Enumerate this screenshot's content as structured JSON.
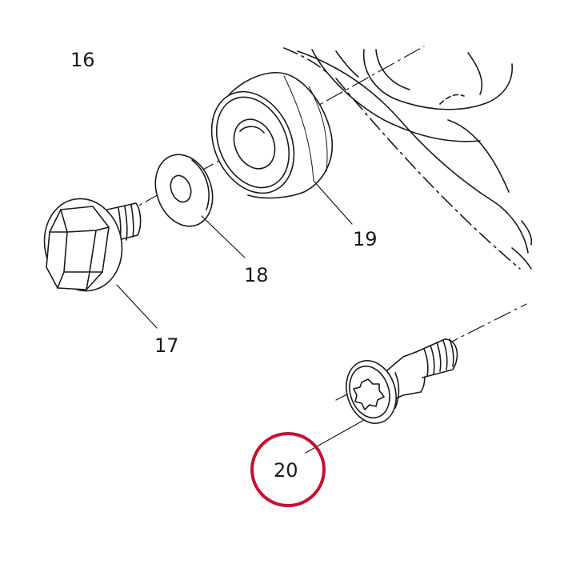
{
  "callouts": {
    "c16": "16",
    "c17": "17",
    "c18": "18",
    "c19": "19",
    "c20": "20"
  },
  "colors": {
    "line": "#1a1a1a",
    "highlight_ring": "#c8102e",
    "background": "#ffffff"
  },
  "highlighted_part": "20"
}
